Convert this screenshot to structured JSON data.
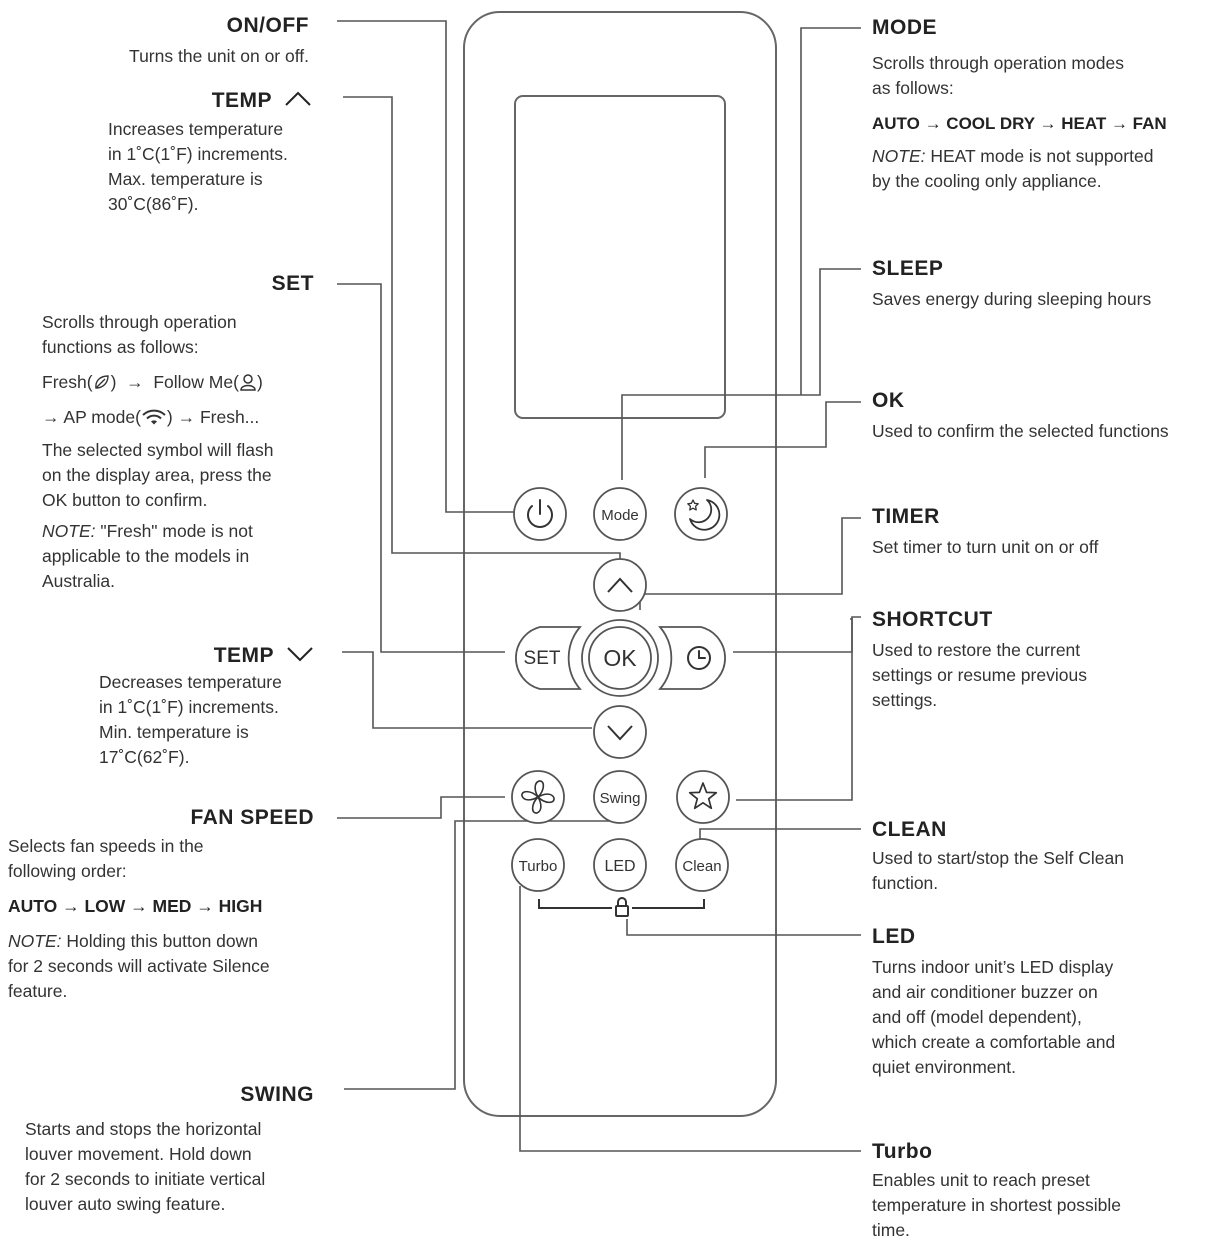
{
  "left": {
    "onoff": {
      "title": "ON/OFF",
      "desc": "Turns the unit on or off."
    },
    "temp_up": {
      "title": "TEMP",
      "desc": [
        "Increases temperature",
        "in 1˚C(1˚F) increments.",
        "Max. temperature is",
        "30˚C(86˚F)."
      ]
    },
    "set": {
      "title": "SET",
      "desc": [
        "Scrolls through operation",
        "functions as follows:"
      ],
      "seq1_a": "Fresh(",
      "seq1_b": ")",
      "seq1_arrow": "→",
      "seq1_c": "Follow Me(",
      "seq1_d": ")",
      "seq2_a": "→ AP mode(",
      "seq2_b": ") → Fresh...",
      "flash": [
        "The selected symbol will flash",
        "on the display area, press the",
        "OK button to confirm."
      ],
      "note_label": "NOTE:",
      "note": [
        "\"Fresh\" mode is not",
        "applicable to the models in",
        "Australia."
      ]
    },
    "temp_down": {
      "title": "TEMP",
      "desc": [
        "Decreases temperature",
        "in 1˚C(1˚F) increments.",
        "Min. temperature is",
        "17˚C(62˚F)."
      ]
    },
    "fan": {
      "title": "FAN SPEED",
      "desc": [
        "Selects fan speeds in the",
        "following order:"
      ],
      "sequence": "AUTO → LOW → MED → HIGH",
      "note_label": "NOTE:",
      "note": [
        "Holding this button down",
        "for 2 seconds will activate Silence",
        "feature."
      ]
    },
    "swing": {
      "title": "SWING",
      "desc": [
        "Starts and stops the horizontal",
        "louver movement. Hold down",
        "for 2 seconds to initiate vertical",
        "louver auto swing feature."
      ]
    }
  },
  "right": {
    "mode": {
      "title": "MODE",
      "desc": [
        "Scrolls through operation modes",
        "as follows:"
      ],
      "sequence": "AUTO → COOL DRY → HEAT → FAN",
      "note_label": "NOTE:",
      "note": [
        "HEAT mode is not supported",
        "by the cooling only appliance."
      ]
    },
    "sleep": {
      "title": "SLEEP",
      "desc": "Saves energy during sleeping hours"
    },
    "ok": {
      "title": "OK",
      "desc": "Used to confirm the selected functions"
    },
    "timer": {
      "title": "TIMER",
      "desc": "Set timer to turn unit on or off"
    },
    "shortcut": {
      "title": "SHORTCUT",
      "desc": [
        "Used to restore the current",
        "settings or resume previous",
        "settings."
      ]
    },
    "clean": {
      "title": "CLEAN",
      "desc": [
        "Used to start/stop the Self Clean",
        "function."
      ]
    },
    "led": {
      "title": "LED",
      "desc": [
        "Turns indoor unit’s LED display",
        "and air conditioner buzzer on",
        "and off (model dependent),",
        "which create a comfortable and",
        "quiet environment."
      ]
    },
    "turbo": {
      "title": "Turbo",
      "desc": [
        "Enables unit to reach preset",
        "temperature in shortest possible",
        "time."
      ]
    }
  },
  "remote": {
    "buttons": {
      "mode": "Mode",
      "set": "SET",
      "ok": "OK",
      "swing": "Swing",
      "turbo": "Turbo",
      "led": "LED",
      "clean": "Clean"
    },
    "icons": [
      "power-icon",
      "moon-star-icon",
      "up-arrow-icon",
      "down-arrow-icon",
      "clock-icon",
      "fan-icon",
      "star-icon",
      "lock-icon",
      "leaf-icon",
      "person-icon",
      "wifi-icon"
    ]
  },
  "colors": {
    "line": "#555555",
    "text": "#333333",
    "heading": "#222222"
  }
}
